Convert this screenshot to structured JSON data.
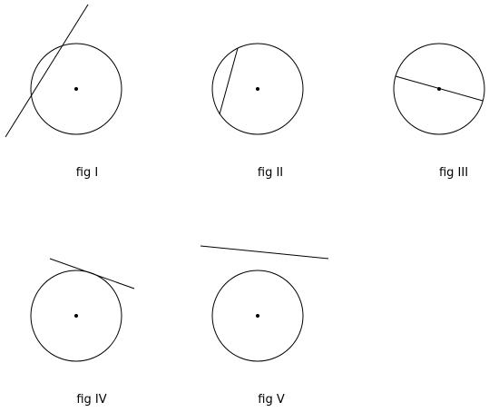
{
  "figures": [
    {
      "caption": "fig I"
    },
    {
      "caption": "fig II"
    },
    {
      "caption": "fig III"
    },
    {
      "caption": "fig IV"
    },
    {
      "caption": "fig V"
    }
  ],
  "colors": {
    "stroke": "#000000",
    "background": "#ffffff"
  }
}
